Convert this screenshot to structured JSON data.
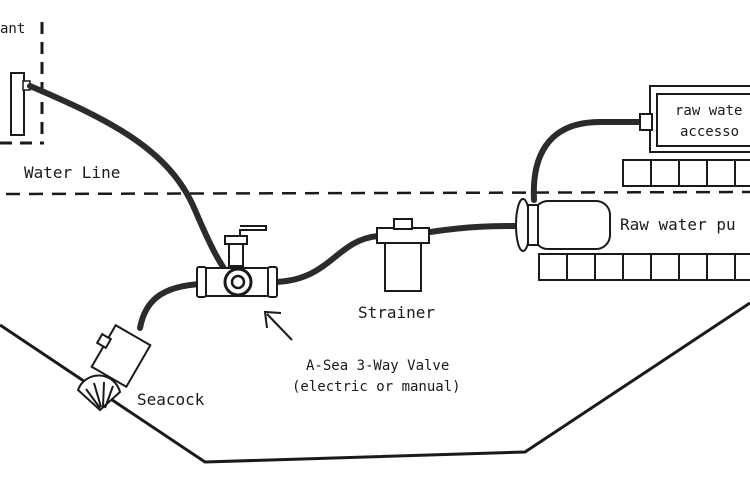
{
  "labels": {
    "top_left_fragment": "ant",
    "water_line": "Water Line",
    "raw_water_accessory_line1": "raw wate",
    "raw_water_accessory_line2": "accesso",
    "raw_water_pump": "Raw water pu",
    "strainer": "Strainer",
    "valve_line1": "A-Sea 3-Way Valve",
    "valve_line2": "(electric or manual)",
    "seacock": "Seacock"
  },
  "colors": {
    "ink": "#1a1a1a",
    "hose": "#2b2b2b",
    "background": "#ffffff"
  }
}
